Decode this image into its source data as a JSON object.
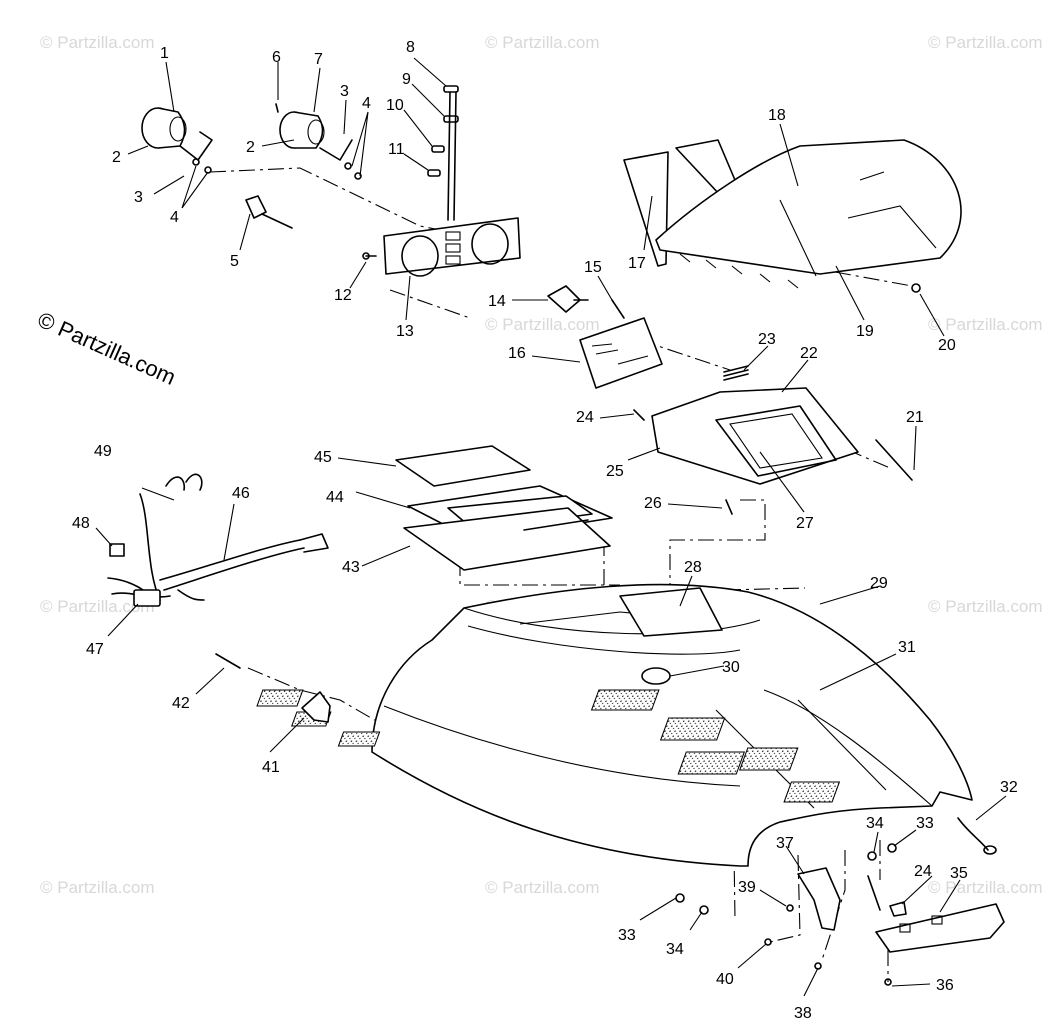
{
  "copyright": "© Partzilla.com",
  "watermark": "© Partzilla.com",
  "part_labels": [
    "1",
    "2",
    "3",
    "4",
    "5",
    "6",
    "7",
    "8",
    "9",
    "10",
    "11",
    "12",
    "13",
    "14",
    "15",
    "16",
    "17",
    "18",
    "19",
    "20",
    "21",
    "22",
    "23",
    "24",
    "25",
    "26",
    "27",
    "28",
    "29",
    "30",
    "31",
    "32",
    "33",
    "34",
    "35",
    "36",
    "37",
    "38",
    "39",
    "40",
    "41",
    "42",
    "43",
    "44",
    "45",
    "46",
    "47",
    "48",
    "49"
  ],
  "colors": {
    "ink": "#000000",
    "watermark": "#d8d8d8",
    "background": "#ffffff"
  }
}
